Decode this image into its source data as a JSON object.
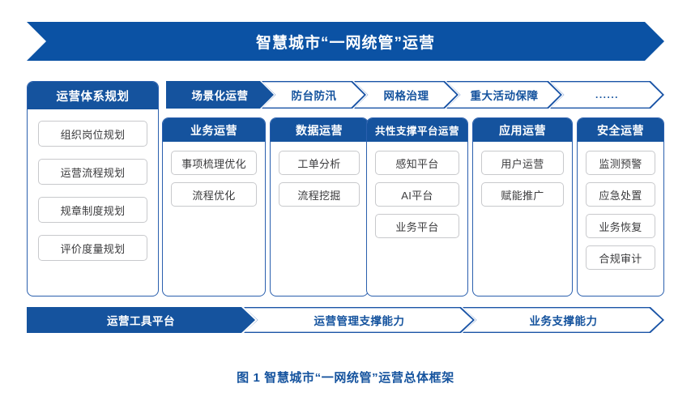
{
  "colors": {
    "banner_blue": "#0b52a4",
    "header_blue": "#15539e",
    "outline_blue": "#2a5fae",
    "item_border": "#c8c9cc",
    "item_text": "#3b3b3d"
  },
  "title_banner": {
    "label": "智慧城市“一网统管”运营"
  },
  "scenario_row": {
    "planning_header": "运营体系规划",
    "chevrons": [
      {
        "label": "场景化运营",
        "style": "solid"
      },
      {
        "label": "防台防汛",
        "style": "outline"
      },
      {
        "label": "网格治理",
        "style": "outline"
      },
      {
        "label": "重大活动保障",
        "style": "outline"
      },
      {
        "label": "......",
        "style": "outline"
      }
    ]
  },
  "planning_panel": {
    "items": [
      "组织岗位规划",
      "运营流程规划",
      "规章制度规划",
      "评价度量规划"
    ]
  },
  "columns": [
    {
      "header": "业务运营",
      "items": [
        "事项梳理优化",
        "流程优化"
      ]
    },
    {
      "header": "数据运营",
      "items": [
        "工单分析",
        "流程挖掘"
      ]
    },
    {
      "header": "共性支撑平台运营",
      "items": [
        "感知平台",
        "AI平台",
        "业务平台"
      ]
    },
    {
      "header": "应用运营",
      "items": [
        "用户运营",
        "赋能推广"
      ]
    },
    {
      "header": "安全运营",
      "items": [
        "监测预警",
        "应急处置",
        "业务恢复",
        "合规审计"
      ]
    }
  ],
  "bottom_row": {
    "chevrons": [
      {
        "label": "运营工具平台",
        "style": "solid"
      },
      {
        "label": "运营管理支撑能力",
        "style": "outline"
      },
      {
        "label": "业务支撑能力",
        "style": "outline"
      }
    ]
  },
  "caption": {
    "text": "图 1 智慧城市“一网统管”运营总体框架"
  }
}
